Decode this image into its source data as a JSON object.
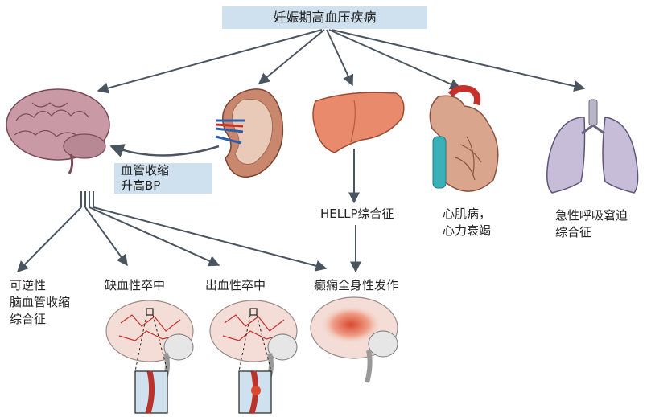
{
  "title": "妊娠期高血压疾病",
  "kidney_effect": {
    "line1": "血管收缩",
    "line2": "升高BP"
  },
  "organ_outcomes": {
    "liver": "HELLP综合征",
    "heart": "心肌病，\n心力衰竭",
    "lung": "急性呼吸窘迫\n综合征"
  },
  "brain_outcomes": {
    "rcvs": "可逆性\n脑血管收缩\n综合征",
    "ischemic": "缺血性卒中",
    "hemorrhagic": "出血性卒中",
    "seizure": "癫痫全身性发作"
  },
  "colors": {
    "arrow": "#4a5560",
    "highlight_box": "#cfe0ef",
    "brain": "#c99aa6",
    "liver": "#e98a6c",
    "lung": "#c8bdd9"
  }
}
